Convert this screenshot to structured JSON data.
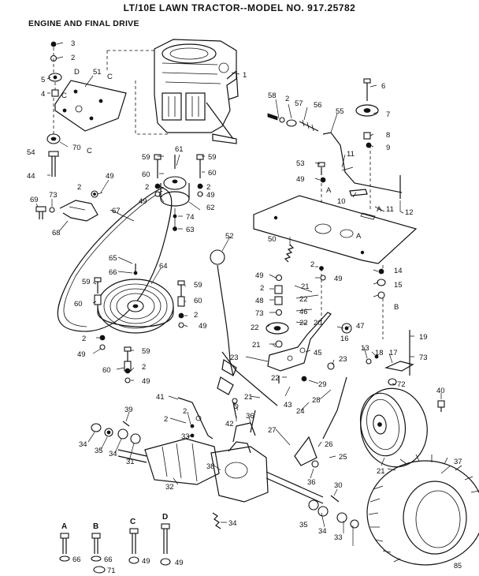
{
  "header": {
    "title": "LT/10E LAWN TRACTOR--MODEL NO. 917.25782",
    "subtitle": "ENGINE AND FINAL DRIVE",
    "page_number": "85"
  },
  "diagram": {
    "callouts": [
      {
        "id": "c3",
        "text": "3"
      },
      {
        "id": "c2a",
        "text": "2"
      },
      {
        "id": "c5",
        "text": "5"
      },
      {
        "id": "c4",
        "text": "4"
      },
      {
        "id": "c51",
        "text": "51"
      },
      {
        "id": "cD1",
        "text": "D"
      },
      {
        "id": "cC1",
        "text": "C"
      },
      {
        "id": "cC2",
        "text": "C"
      },
      {
        "id": "c54",
        "text": "54"
      },
      {
        "id": "c70",
        "text": "70"
      },
      {
        "id": "cC3",
        "text": "C"
      },
      {
        "id": "c44",
        "text": "44"
      },
      {
        "id": "c1",
        "text": "1"
      },
      {
        "id": "c6",
        "text": "6"
      },
      {
        "id": "c58",
        "text": "58"
      },
      {
        "id": "c2b",
        "text": "2"
      },
      {
        "id": "c57",
        "text": "57"
      },
      {
        "id": "c56",
        "text": "56"
      },
      {
        "id": "c55",
        "text": "55"
      },
      {
        "id": "c7",
        "text": "7"
      },
      {
        "id": "c8",
        "text": "8"
      },
      {
        "id": "c9",
        "text": "9"
      },
      {
        "id": "c11a",
        "text": "11"
      },
      {
        "id": "c53",
        "text": "53"
      },
      {
        "id": "c49a",
        "text": "49"
      },
      {
        "id": "cA1",
        "text": "A"
      },
      {
        "id": "c10",
        "text": "10"
      },
      {
        "id": "cA2",
        "text": "A"
      },
      {
        "id": "c11b",
        "text": "11"
      },
      {
        "id": "c12",
        "text": "12"
      },
      {
        "id": "c59a",
        "text": "59"
      },
      {
        "id": "c61",
        "text": "61"
      },
      {
        "id": "c59b",
        "text": "59"
      },
      {
        "id": "c60a",
        "text": "60"
      },
      {
        "id": "c60b",
        "text": "60"
      },
      {
        "id": "c2c",
        "text": "2"
      },
      {
        "id": "c2d",
        "text": "2"
      },
      {
        "id": "c49b",
        "text": "49"
      },
      {
        "id": "c49c",
        "text": "49"
      },
      {
        "id": "c62",
        "text": "62"
      },
      {
        "id": "c74",
        "text": "74"
      },
      {
        "id": "c63",
        "text": "63"
      },
      {
        "id": "c2e",
        "text": "2"
      },
      {
        "id": "c49d",
        "text": "49"
      },
      {
        "id": "c69",
        "text": "69"
      },
      {
        "id": "c73a",
        "text": "73"
      },
      {
        "id": "c68",
        "text": "68"
      },
      {
        "id": "c67",
        "text": "67"
      },
      {
        "id": "c52",
        "text": "52"
      },
      {
        "id": "c50",
        "text": "50"
      },
      {
        "id": "cA3",
        "text": "A"
      },
      {
        "id": "c65",
        "text": "65"
      },
      {
        "id": "c66a",
        "text": "66"
      },
      {
        "id": "c64",
        "text": "64"
      },
      {
        "id": "c59c",
        "text": "59"
      },
      {
        "id": "c59d",
        "text": "59"
      },
      {
        "id": "c60c",
        "text": "60"
      },
      {
        "id": "c60d",
        "text": "60"
      },
      {
        "id": "c2f",
        "text": "2"
      },
      {
        "id": "c49e",
        "text": "49"
      },
      {
        "id": "c2g",
        "text": "2"
      },
      {
        "id": "c49f",
        "text": "49"
      },
      {
        "id": "c59e",
        "text": "59"
      },
      {
        "id": "c60e",
        "text": "60"
      },
      {
        "id": "c2h",
        "text": "2"
      },
      {
        "id": "c49g",
        "text": "49"
      },
      {
        "id": "c2i",
        "text": "2"
      },
      {
        "id": "c49h",
        "text": "49"
      },
      {
        "id": "c49i",
        "text": "49"
      },
      {
        "id": "c2j",
        "text": "2"
      },
      {
        "id": "c21a",
        "text": "21"
      },
      {
        "id": "c22a",
        "text": "22"
      },
      {
        "id": "c48",
        "text": "48"
      },
      {
        "id": "c73b",
        "text": "73"
      },
      {
        "id": "c46",
        "text": "46"
      },
      {
        "id": "c22b",
        "text": "22"
      },
      {
        "id": "c14",
        "text": "14"
      },
      {
        "id": "c15",
        "text": "15"
      },
      {
        "id": "cB1",
        "text": "B"
      },
      {
        "id": "c47",
        "text": "47"
      },
      {
        "id": "c22c",
        "text": "22"
      },
      {
        "id": "c20",
        "text": "20"
      },
      {
        "id": "c16",
        "text": "16"
      },
      {
        "id": "c19",
        "text": "19"
      },
      {
        "id": "c13",
        "text": "13"
      },
      {
        "id": "c18",
        "text": "18"
      },
      {
        "id": "c17",
        "text": "17"
      },
      {
        "id": "c73c",
        "text": "73"
      },
      {
        "id": "c21b",
        "text": "21"
      },
      {
        "id": "c45",
        "text": "45"
      },
      {
        "id": "c23a",
        "text": "23"
      },
      {
        "id": "c23b",
        "text": "23"
      },
      {
        "id": "c72",
        "text": "72"
      },
      {
        "id": "c22d",
        "text": "22"
      },
      {
        "id": "c29",
        "text": "29"
      },
      {
        "id": "c43",
        "text": "43"
      },
      {
        "id": "c21c",
        "text": "21"
      },
      {
        "id": "c28",
        "text": "28"
      },
      {
        "id": "c24",
        "text": "24"
      },
      {
        "id": "c40",
        "text": "40"
      },
      {
        "id": "c41",
        "text": "41"
      },
      {
        "id": "cD2",
        "text": "D"
      },
      {
        "id": "c42",
        "text": "42"
      },
      {
        "id": "c36a",
        "text": "36"
      },
      {
        "id": "c39",
        "text": "39"
      },
      {
        "id": "c2k",
        "text": "2"
      },
      {
        "id": "c2l",
        "text": "2"
      },
      {
        "id": "c33a",
        "text": "33"
      },
      {
        "id": "c34a",
        "text": "34"
      },
      {
        "id": "c35a",
        "text": "35"
      },
      {
        "id": "c34b",
        "text": "34"
      },
      {
        "id": "c31",
        "text": "31"
      },
      {
        "id": "c27",
        "text": "27"
      },
      {
        "id": "c26",
        "text": "26"
      },
      {
        "id": "c21d",
        "text": "21"
      },
      {
        "id": "c25",
        "text": "25"
      },
      {
        "id": "c37",
        "text": "37"
      },
      {
        "id": "c38",
        "text": "38"
      },
      {
        "id": "c32",
        "text": "32"
      },
      {
        "id": "c36b",
        "text": "36"
      },
      {
        "id": "c30",
        "text": "30"
      },
      {
        "id": "c34c",
        "text": "34"
      },
      {
        "id": "c35b",
        "text": "35"
      },
      {
        "id": "c34d",
        "text": "34"
      },
      {
        "id": "c33b",
        "text": "33"
      }
    ],
    "hardware_key": [
      {
        "letter": "A",
        "parts": [
          "66"
        ]
      },
      {
        "letter": "B",
        "parts": [
          "66"
        ]
      },
      {
        "letter": "C",
        "parts": [
          "71",
          "49"
        ]
      },
      {
        "letter": "D",
        "parts": [
          "49"
        ]
      }
    ]
  }
}
